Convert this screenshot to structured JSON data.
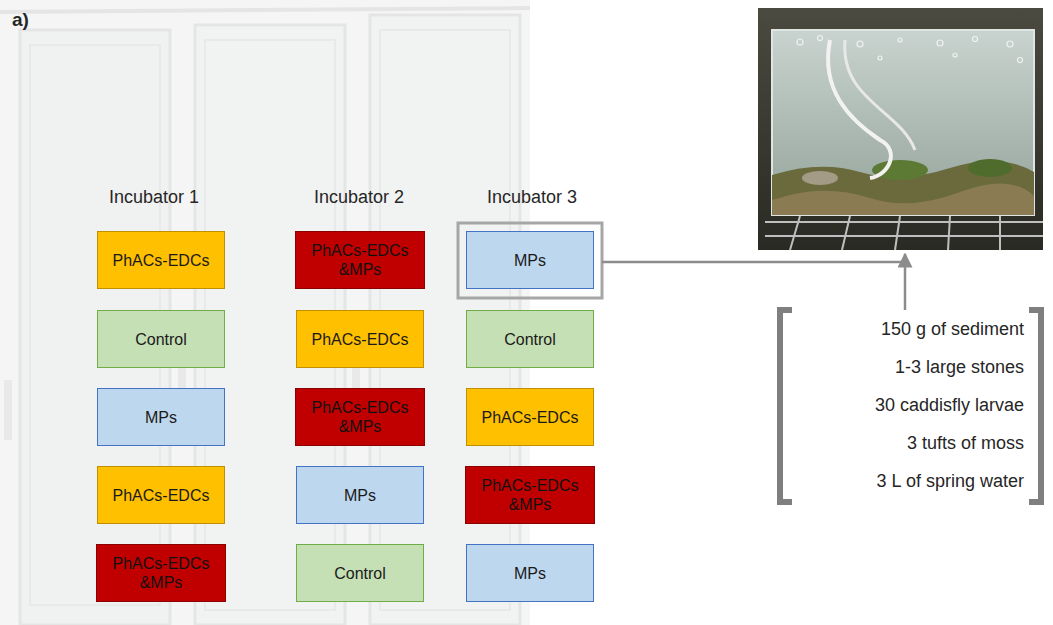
{
  "diagram": {
    "nodes": [
      {
        "text": [
          "PhACs-EDCs"
        ]
      },
      {
        "text": [
          "PhACs-EDCs &MPs"
        ]
      },
      {
        "text": [
          "MPs"
        ]
      },
      {
        "text": [
          "Control"
        ]
      },
      {
        "text": [
          "PhACs-EDCs"
        ]
      },
      {
        "text": [
          "Control"
        ]
      },
      {
        "text": [
          "MPs"
        ]
      },
      {
        "text": [
          "PhACs-EDCs &MPs"
        ]
      },
      {
        "text": [
          "PhACs-EDCs"
        ]
      },
      {
        "text": [
          "PhACs-EDCs"
        ]
      },
      {
        "text": [
          "MPs"
        ]
      },
      {
        "text": [
          "PhACs-EDCs &MPs"
        ]
      },
      {
        "text": [
          "PhACs-EDCs &MPs"
        ]
      },
      {
        "text": [
          "Control"
        ]
      },
      {
        "text": [
          "MPs"
        ]
      }
    ],
    "edges": [],
    "labels": [
      "a)",
      "Incubator 1",
      "Incubator 2",
      "Incubator 3",
      "150 g of sediment",
      "1-3 large stones",
      "30 caddisfly larvae",
      "3 tufts of moss",
      "3 L of spring water"
    ]
  }
}
